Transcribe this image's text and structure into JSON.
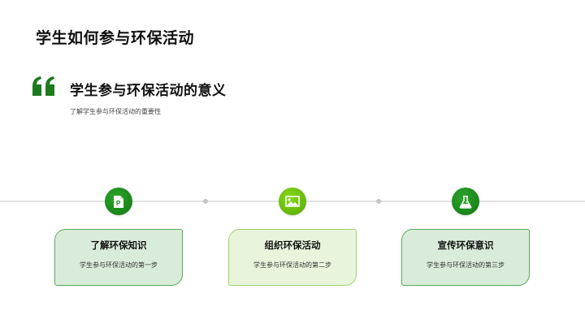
{
  "slide": {
    "title": "学生如何参与环保活动",
    "quote_icon": "double-quote-icon",
    "subtitle": "学生参与环保活动的意义",
    "description": "了解学生参与环保活动的重要性"
  },
  "colors": {
    "quote_green": "#1e7a1e",
    "node_dark_green": "#1b8a1b",
    "node_light_green": "#6cc400",
    "card_dark_bg": "#d9ecd9",
    "card_dark_border": "#5aa85a",
    "card_light_bg": "#e8f5dc",
    "card_light_border": "#9fd36a",
    "timeline": "#e2e2e2"
  },
  "steps": [
    {
      "icon": "presentation-file-icon",
      "title": "了解环保知识",
      "text": "学生参与环保活动的第一步"
    },
    {
      "icon": "image-icon",
      "title": "组织环保活动",
      "text": "学生参与环保活动的第二步"
    },
    {
      "icon": "flask-icon",
      "title": "宣传环保意识",
      "text": "学生参与环保活动的第三步"
    }
  ]
}
